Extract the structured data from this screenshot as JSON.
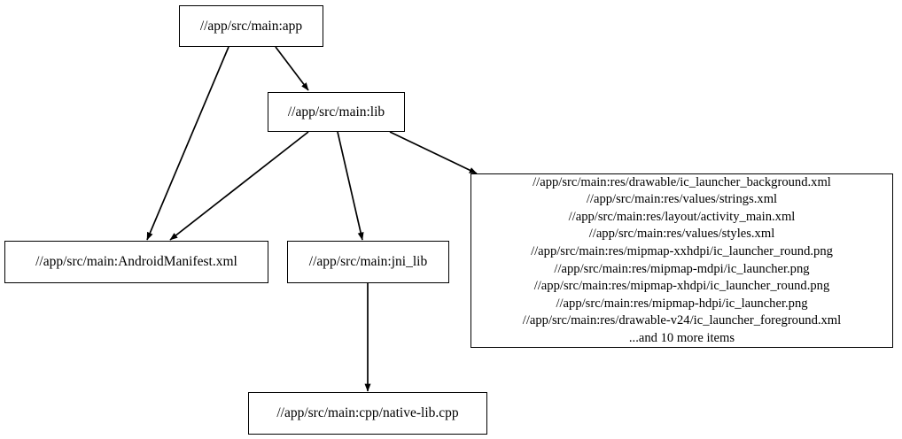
{
  "graph": {
    "type": "dependency-graph",
    "background_color": "#ffffff",
    "node_border_color": "#000000",
    "edge_color": "#000000",
    "nodes": [
      {
        "id": "app",
        "label": "//app/src/main:app"
      },
      {
        "id": "lib",
        "label": "//app/src/main:lib"
      },
      {
        "id": "manifest",
        "label": "//app/src/main:AndroidManifest.xml"
      },
      {
        "id": "jni_lib",
        "label": "//app/src/main:jni_lib"
      },
      {
        "id": "cpp",
        "label": "//app/src/main:cpp/native-lib.cpp"
      },
      {
        "id": "res",
        "label": "//app/src/main:res/drawable/ic_launcher_background.xml\n//app/src/main:res/values/strings.xml\n//app/src/main:res/layout/activity_main.xml\n//app/src/main:res/values/styles.xml\n//app/src/main:res/mipmap-xxhdpi/ic_launcher_round.png\n//app/src/main:res/mipmap-mdpi/ic_launcher.png\n//app/src/main:res/mipmap-xhdpi/ic_launcher_round.png\n//app/src/main:res/mipmap-hdpi/ic_launcher.png\n//app/src/main:res/drawable-v24/ic_launcher_foreground.xml\n...and 10 more items",
        "lines": [
          "//app/src/main:res/drawable/ic_launcher_background.xml",
          "//app/src/main:res/values/strings.xml",
          "//app/src/main:res/layout/activity_main.xml",
          "//app/src/main:res/values/styles.xml",
          "//app/src/main:res/mipmap-xxhdpi/ic_launcher_round.png",
          "//app/src/main:res/mipmap-mdpi/ic_launcher.png",
          "//app/src/main:res/mipmap-xhdpi/ic_launcher_round.png",
          "//app/src/main:res/mipmap-hdpi/ic_launcher.png",
          "//app/src/main:res/drawable-v24/ic_launcher_foreground.xml",
          "...and 10 more items"
        ]
      }
    ],
    "edges": [
      {
        "from": "app",
        "to": "manifest"
      },
      {
        "from": "app",
        "to": "lib"
      },
      {
        "from": "lib",
        "to": "manifest"
      },
      {
        "from": "lib",
        "to": "jni_lib"
      },
      {
        "from": "lib",
        "to": "res"
      },
      {
        "from": "jni_lib",
        "to": "cpp"
      }
    ]
  }
}
